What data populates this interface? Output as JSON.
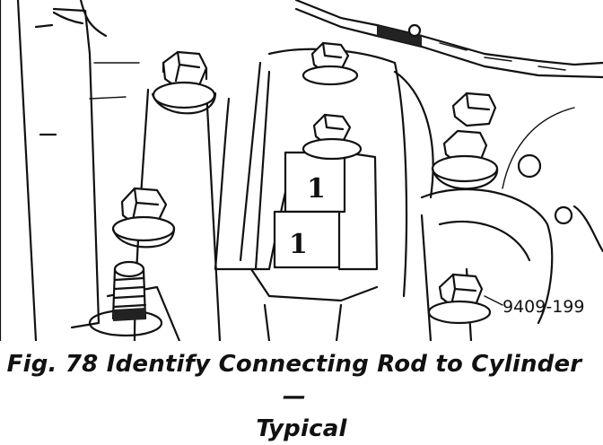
{
  "figure": {
    "reference_number": "9409-199",
    "rod_marks": [
      "1",
      "1"
    ]
  },
  "caption": {
    "line1": "Fig. 78 Identify Connecting Rod to Cylinder—",
    "line2": "Typical"
  }
}
